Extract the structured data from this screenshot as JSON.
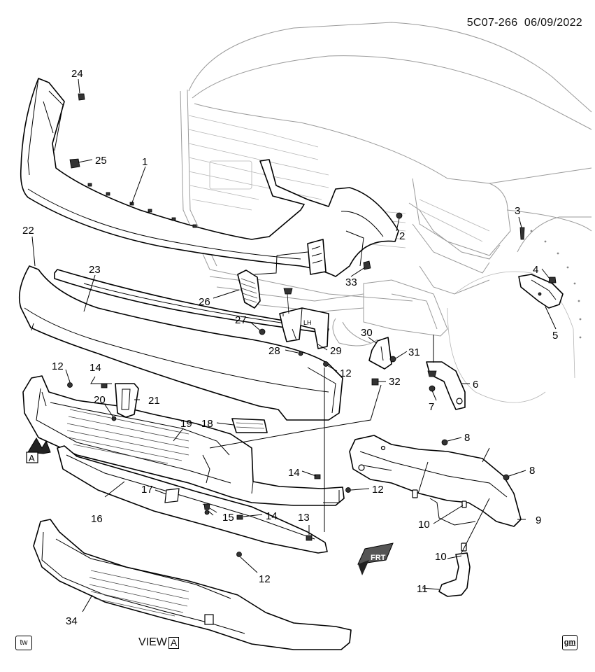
{
  "header": {
    "code": "5C07-266",
    "date": "06/09/2022"
  },
  "callouts": [
    "1",
    "2",
    "3",
    "4",
    "5",
    "6",
    "7",
    "8",
    "8",
    "9",
    "10",
    "10",
    "11",
    "12",
    "12",
    "12",
    "12",
    "13",
    "14",
    "14",
    "14",
    "15",
    "16",
    "17",
    "18",
    "19",
    "20",
    "21",
    "22",
    "23",
    "24",
    "25",
    "26",
    "27",
    "28",
    "29",
    "30",
    "31",
    "32",
    "33",
    "34"
  ],
  "bracket_label": "LH",
  "arrow_labels": {
    "view_marker": "A",
    "front": "FRT"
  },
  "footer": {
    "view_text": "VIEW",
    "view_letter": "A",
    "left_logo": "tw",
    "right_logo": "gm"
  }
}
